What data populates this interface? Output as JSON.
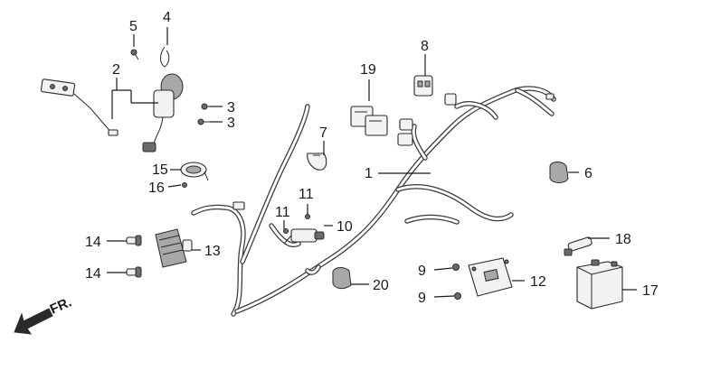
{
  "diagram": {
    "direction_label": "FR.",
    "callouts": {
      "c1": "1",
      "c2": "2",
      "c3a": "3",
      "c3b": "3",
      "c4": "4",
      "c5": "5",
      "c6": "6",
      "c7": "7",
      "c8": "8",
      "c9a": "9",
      "c9b": "9",
      "c10": "10",
      "c11a": "11",
      "c11b": "11",
      "c12": "12",
      "c13": "13",
      "c14a": "14",
      "c14b": "14",
      "c15": "15",
      "c16": "16",
      "c17": "17",
      "c18": "18",
      "c19": "19",
      "c20": "20"
    }
  }
}
